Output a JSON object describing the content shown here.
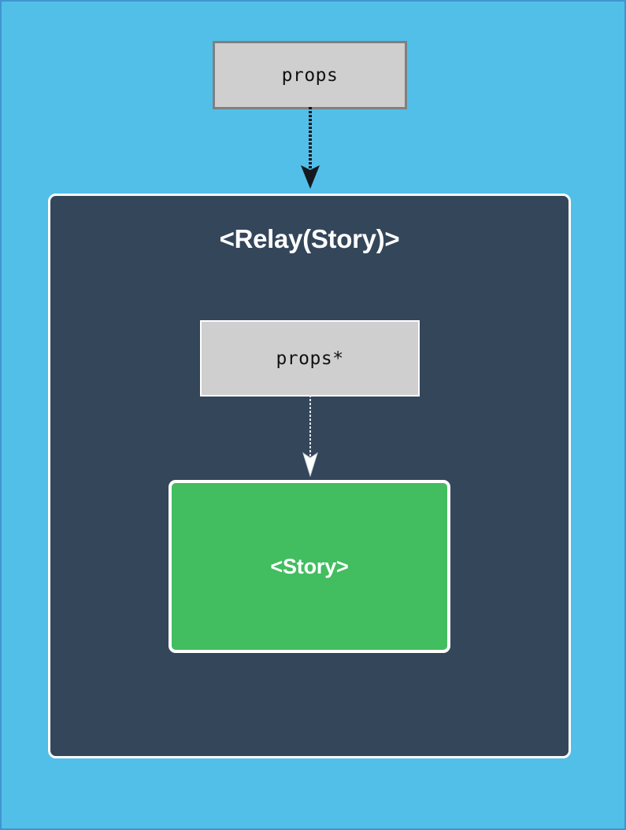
{
  "diagram": {
    "background_color": "#52bfe9",
    "border_color": "#3f95d0",
    "outer_props": {
      "label": "props",
      "fill_color": "#cfcfcf",
      "border_color": "#808080"
    },
    "top_arrow": {
      "icon": "arrow-down-icon",
      "color": "#15191f",
      "style": "dotted-stem-solid-head"
    },
    "relay_panel": {
      "title": "<Relay(Story)>",
      "fill_color": "#34465a",
      "border_color": "#ffffff"
    },
    "inner_props": {
      "label": "props*",
      "fill_color": "#cfcfcf",
      "border_color": "#ffffff"
    },
    "inner_arrow": {
      "icon": "arrow-down-icon",
      "color": "#e8ecef",
      "style": "dotted-stem-outline-head"
    },
    "story_box": {
      "label": "<Story>",
      "fill_color": "#42bd60",
      "border_color": "#ffffff"
    }
  }
}
